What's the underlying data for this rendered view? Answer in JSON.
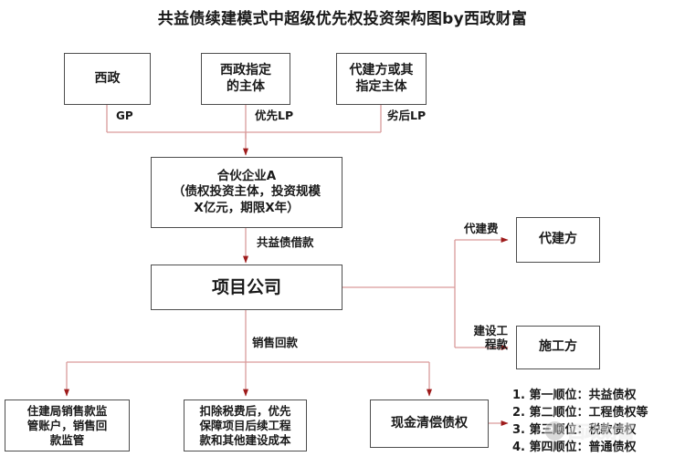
{
  "title": "共益债续建模式中超级优先权投资架构图by西政财富",
  "colors": {
    "wire": "#d99a9a",
    "arrow_head": "#9e1b1b",
    "box_border": "#4d4d4d",
    "text": "#1a1a1a",
    "background": "#ffffff"
  },
  "nodes": {
    "xizheng": {
      "label": "西政"
    },
    "xizheng_entity": {
      "label": "西政指定\n的主体"
    },
    "agent_builder_entity": {
      "label": "代建方或其\n指定主体"
    },
    "partnership_a": {
      "label": "合伙企业A\n（债权投资主体，投资规模\nX亿元，期限X年）"
    },
    "project_company": {
      "label": "项目公司"
    },
    "agent_builder": {
      "label": "代建方"
    },
    "contractor": {
      "label": "施工方"
    },
    "supervision_account": {
      "label": "住建局销售款监\n管账户，销售回\n款监管"
    },
    "after_tax_priority": {
      "label": "扣除税费后，优先\n保障项目后续工程\n款和其他建设成本"
    },
    "cash_repayment": {
      "label": "现金清偿债权"
    }
  },
  "edge_labels": {
    "gp": "GP",
    "priority_lp": "优先LP",
    "subordinate_lp": "劣后LP",
    "common_benefit_loan": "共益债借款",
    "sales_collection": "销售回款",
    "agency_fee": "代建费",
    "construction_payment": "建设工\n程款"
  },
  "priority_list": {
    "items": [
      "1. 第一顺位：共益债权",
      "2. 第二顺位：工程债权等",
      "3. 第三顺位：税款债权",
      "4. 第四顺位：普通债权"
    ]
  },
  "watermark": {
    "text": "西政财富",
    "logo": "circle-face-logo"
  }
}
